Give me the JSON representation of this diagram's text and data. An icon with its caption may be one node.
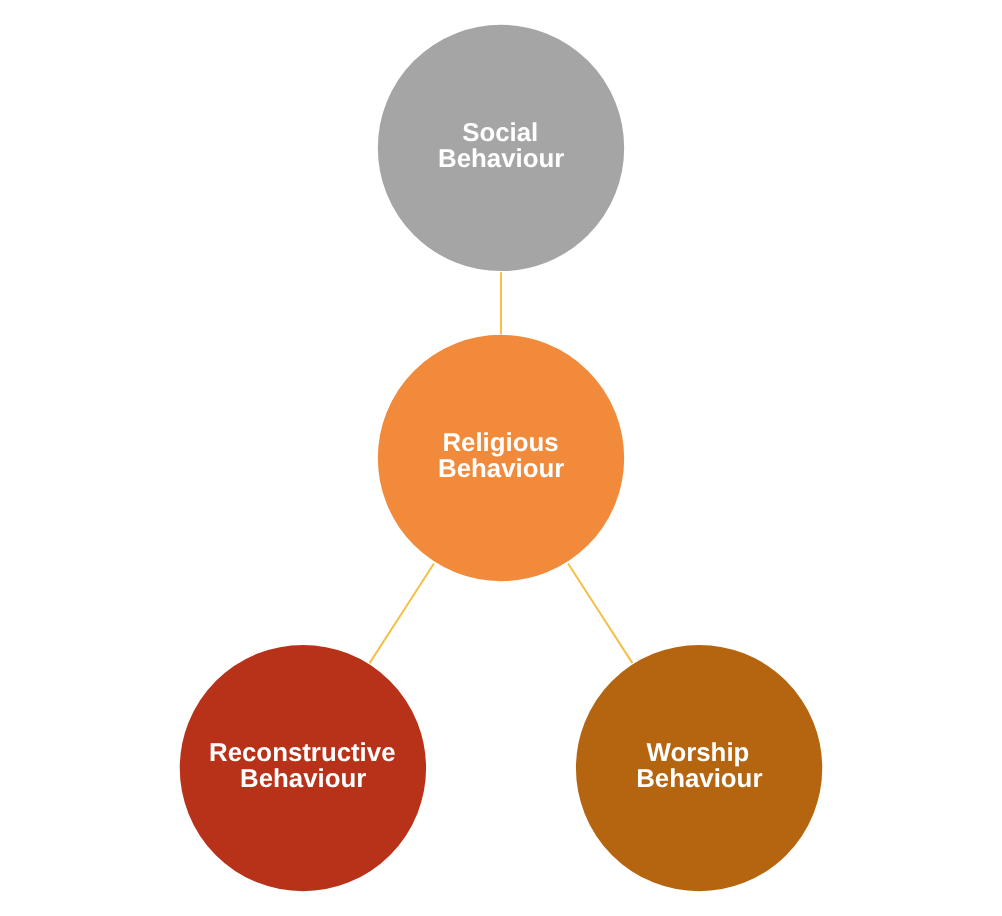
{
  "diagram": {
    "nodes": [
      {
        "text": [
          "Social Behaviour"
        ]
      },
      {
        "text": [
          "Religious Behaviour"
        ]
      },
      {
        "text": [
          "Reconstructive Behaviour"
        ]
      },
      {
        "text": [
          "Worship Behaviour"
        ]
      }
    ],
    "edges": [
      {
        "from": 1,
        "to": 0,
        "arrow": "none"
      },
      {
        "from": 1,
        "to": 2,
        "arrow": "none"
      },
      {
        "from": 1,
        "to": 3,
        "arrow": "none"
      }
    ]
  }
}
